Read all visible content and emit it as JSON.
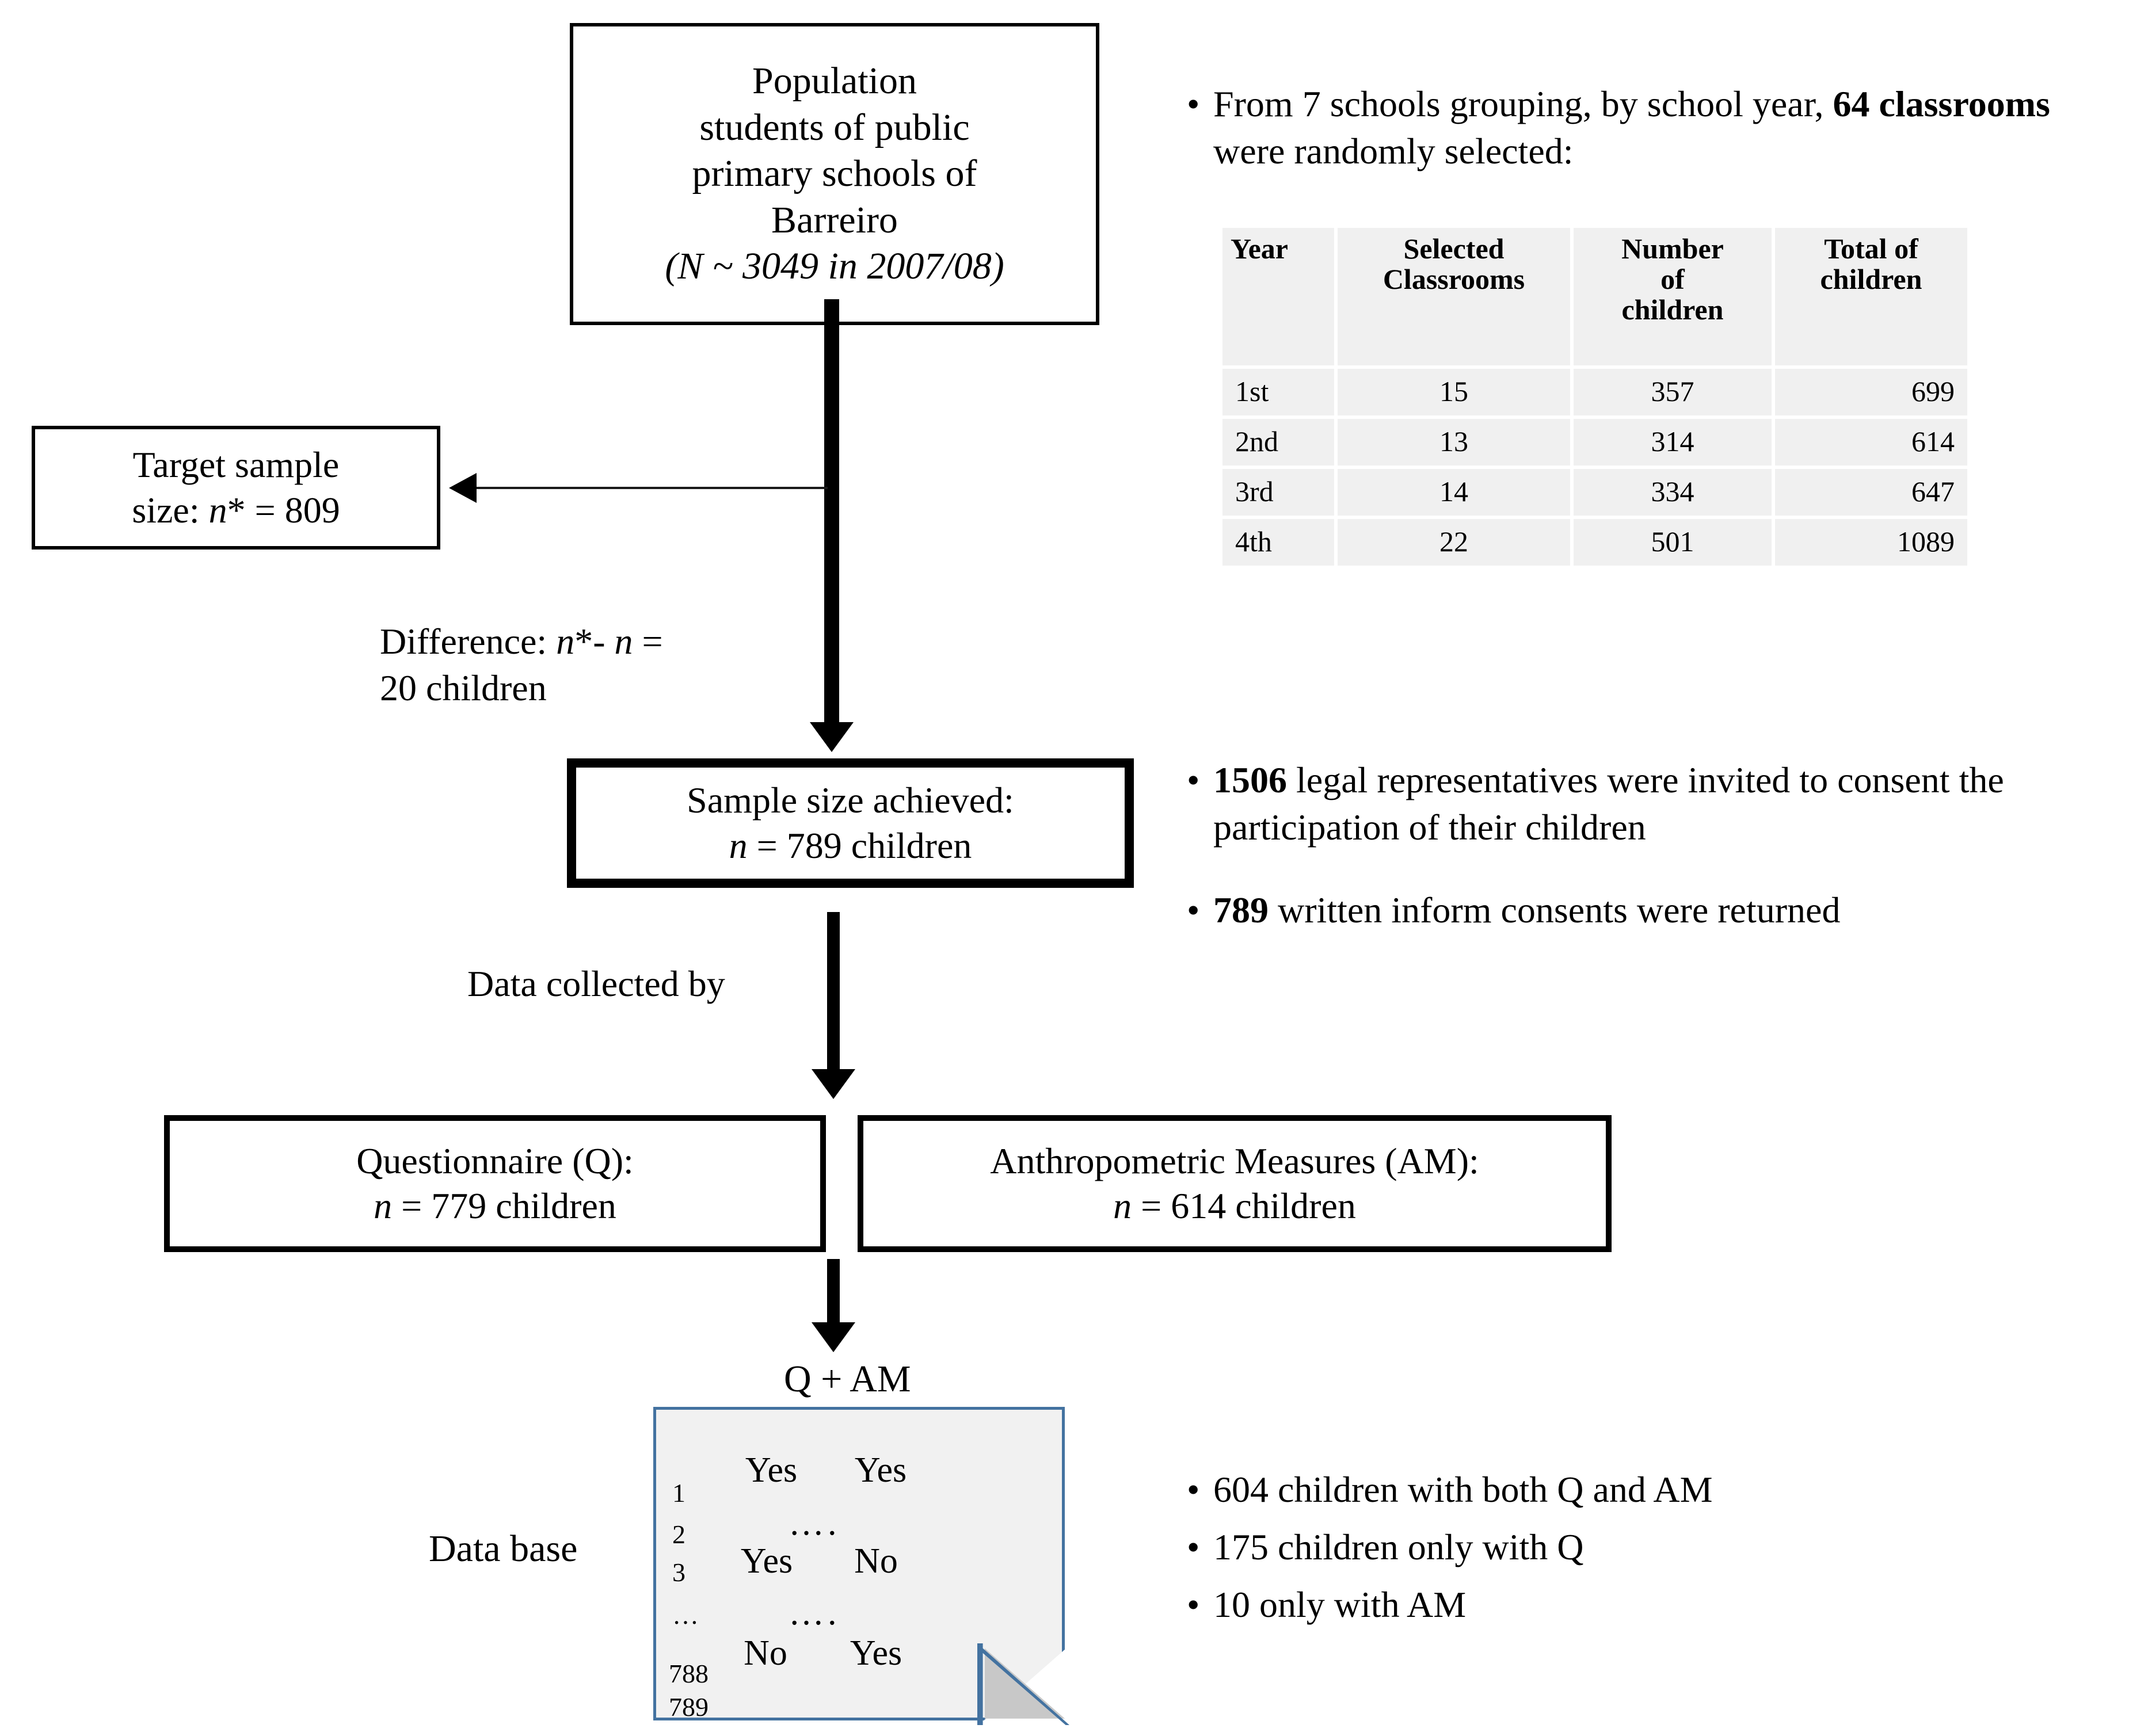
{
  "flow": {
    "population_box": {
      "lines": [
        "Population",
        "students of public",
        "primary schools of",
        "Barreiro",
        "(N ~ 3049 in 2007/08)"
      ]
    },
    "target_box": {
      "lines": [
        "Target sample",
        "size: n* = 809"
      ]
    },
    "difference_label": {
      "lines": [
        "Difference: n*- n =",
        "20 children"
      ]
    },
    "sample_box": {
      "lines": [
        "Sample size achieved:",
        "n = 789 children"
      ]
    },
    "data_collected_label": "Data collected by",
    "questionnaire_box": {
      "lines": [
        "Questionnaire (Q):",
        "n = 779 children"
      ]
    },
    "anthropometric_box": {
      "lines": [
        "Anthropometric Measures (AM):",
        "n = 614 children"
      ]
    },
    "q_am_label": "Q + AM",
    "database_label": "Data base"
  },
  "notes": {
    "sampling_bullet": {
      "bullet": "•",
      "part1": "From 7 schools grouping, by school year, ",
      "bold1": "64 classrooms",
      "part2": " were randomly selected:"
    },
    "consent_bullets": [
      {
        "bullet": "•",
        "bold": "1506",
        "text": " legal representatives were invited to consent the participation of their children"
      },
      {
        "bullet": "•",
        "bold": "789",
        "text": " written inform consents were returned"
      }
    ],
    "outcome_bullets": [
      {
        "bullet": "•",
        "text": "604 children with both Q and AM"
      },
      {
        "bullet": "•",
        "text": "175 children only with Q"
      },
      {
        "bullet": "•",
        "text": "10 only with AM"
      }
    ]
  },
  "table": {
    "headers": [
      "Year",
      "Selected Classrooms",
      "Number of children",
      "Total of children"
    ],
    "header_lines": [
      [
        "Year"
      ],
      [
        "Selected",
        "Classrooms"
      ],
      [
        "Number",
        "of",
        "children"
      ],
      [
        "Total of",
        "children"
      ]
    ],
    "rows": [
      [
        "1st",
        "15",
        "357",
        "699"
      ],
      [
        "2nd",
        "13",
        "314",
        "614"
      ],
      [
        "3rd",
        "14",
        "334",
        "647"
      ],
      [
        "4th",
        "22",
        "501",
        "1089"
      ]
    ]
  },
  "database_note": {
    "indices": [
      "1",
      "2",
      "3",
      "…",
      "788",
      "789"
    ],
    "rows": [
      {
        "index": "1",
        "q": "Yes",
        "am": "Yes"
      },
      {
        "index": "2",
        "q": "",
        "am": "",
        "dots": "…."
      },
      {
        "index": "3",
        "q": "Yes",
        "am": "No"
      },
      {
        "index": "…",
        "q": "",
        "am": "",
        "dots": "…."
      },
      {
        "index": "788",
        "q": "No",
        "am": "Yes"
      },
      {
        "index": "789",
        "q": "",
        "am": ""
      }
    ],
    "dots": "…."
  },
  "colors": {
    "note_border": "#4372a0",
    "note_fill": "#f1f1f1",
    "fold_fill": "#c8c8c8",
    "table_cell": "#f0f0f0",
    "ink": "#000000"
  }
}
